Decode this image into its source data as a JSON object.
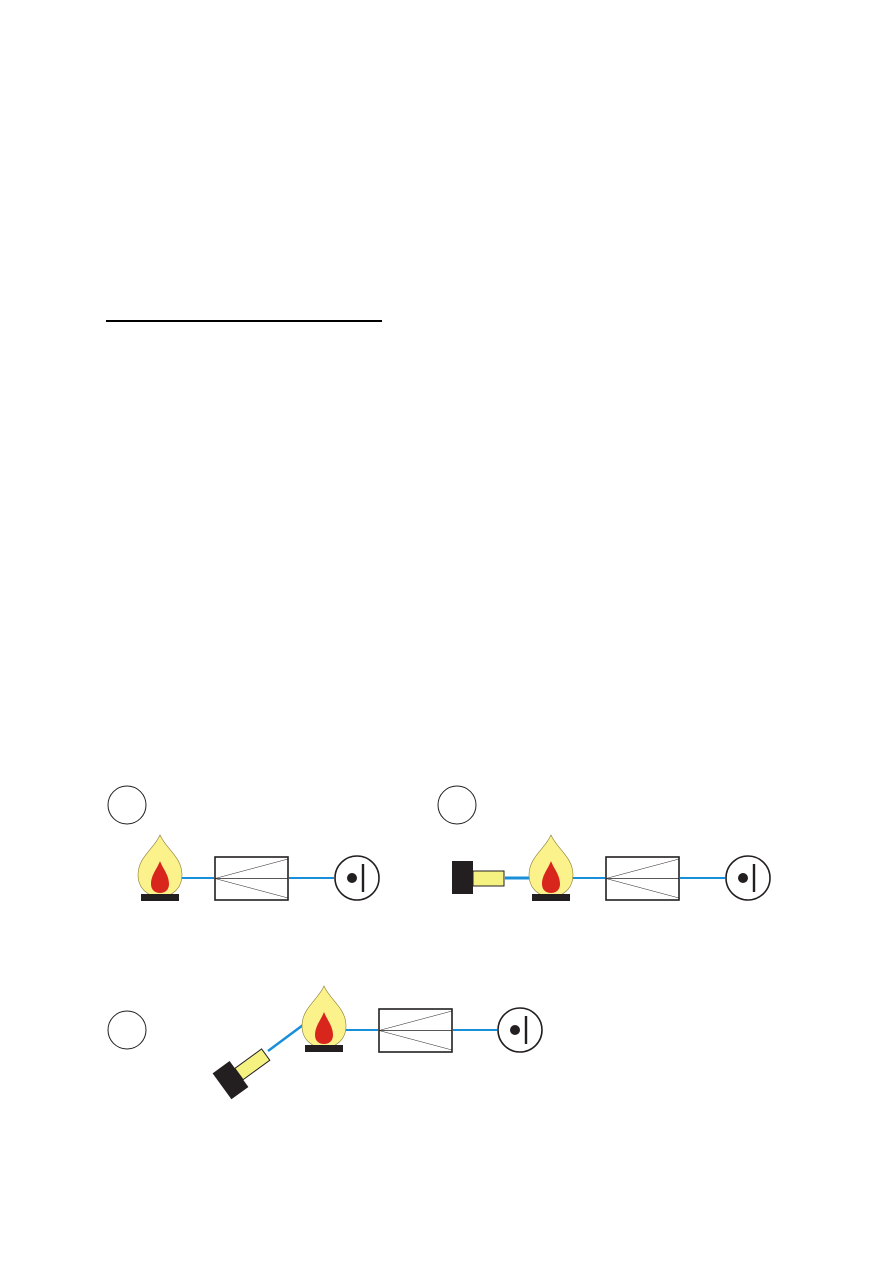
{
  "colors": {
    "beam": "#1a8fd9",
    "flame_outer": "#fbf28c",
    "flame_inner": "#d9261c",
    "burner_base": "#231f20",
    "lamp_body": "#f6f282",
    "lamp_cap": "#231f20",
    "outline": "#231f20"
  },
  "diagrams": [
    {
      "id": "panel-1",
      "label": "",
      "components": [
        "flame-icon",
        "monochromator",
        "detector-icon"
      ]
    },
    {
      "id": "panel-2",
      "label": "",
      "components": [
        "lamp-icon",
        "flame-icon",
        "monochromator",
        "detector-icon"
      ]
    },
    {
      "id": "panel-3",
      "label": "",
      "components": [
        "lamp-icon-angled",
        "flame-icon",
        "monochromator",
        "detector-icon"
      ]
    }
  ]
}
